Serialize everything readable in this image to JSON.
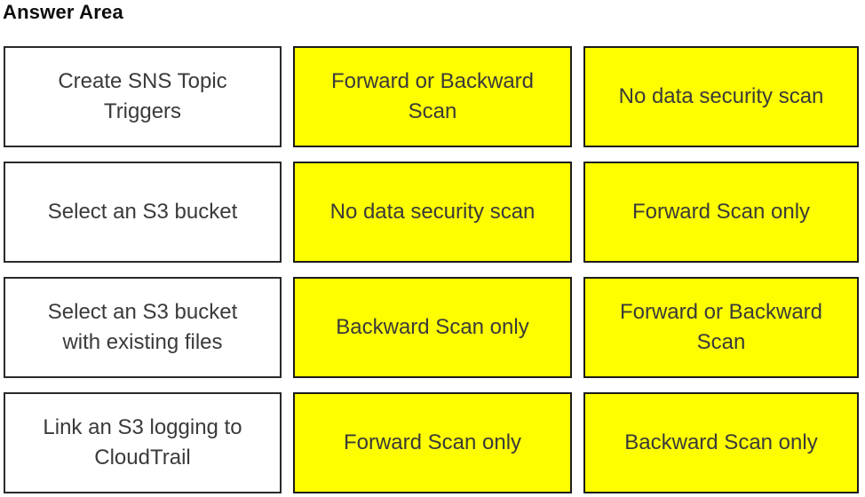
{
  "title": "Answer Area",
  "colors": {
    "option_background": "#fefe00",
    "target_background": "#ffffff",
    "border": "#1f1f1f",
    "text": "#3a3a3a"
  },
  "grid": {
    "rows": [
      {
        "target": "Create SNS Topic\nTriggers",
        "options": [
          "Forward or Backward\nScan",
          "No data security scan"
        ]
      },
      {
        "target": "Select an S3 bucket",
        "options": [
          "No data security scan",
          "Forward Scan only"
        ]
      },
      {
        "target": "Select an S3 bucket\nwith existing files",
        "options": [
          "Backward Scan only",
          "Forward or Backward\nScan"
        ]
      },
      {
        "target": "Link an S3 logging to\nCloudTrail",
        "options": [
          "Forward Scan only",
          "Backward Scan only"
        ]
      }
    ]
  }
}
